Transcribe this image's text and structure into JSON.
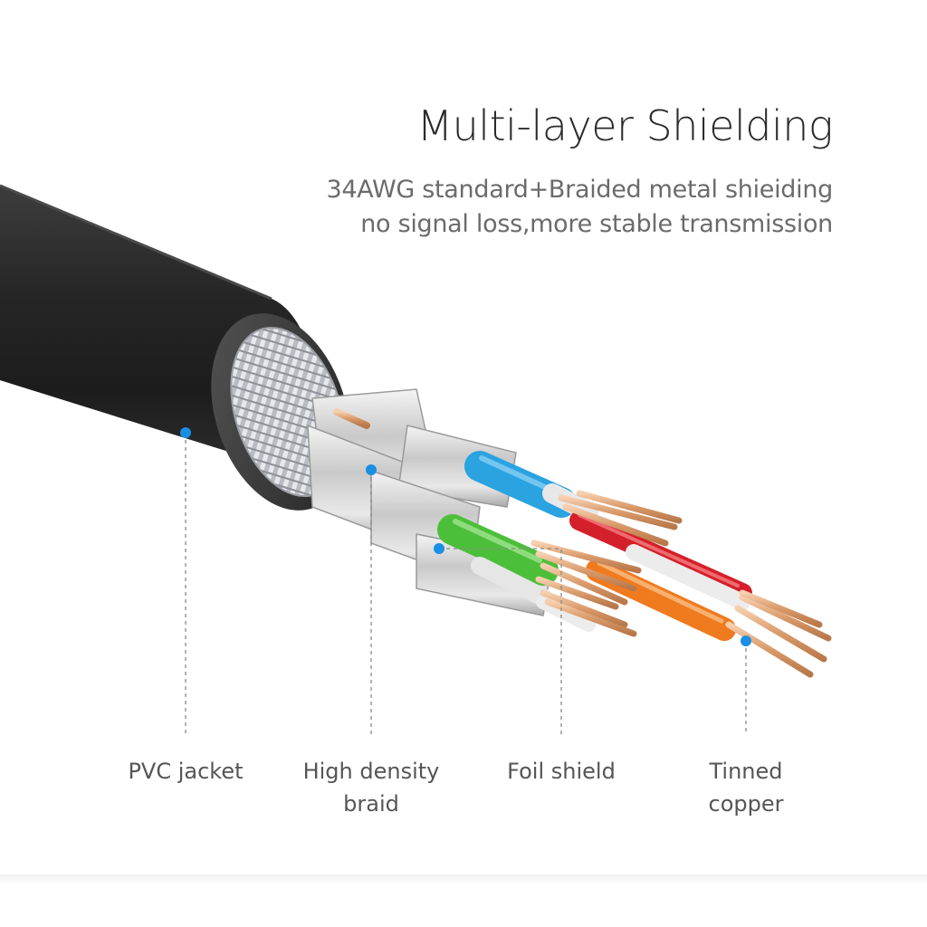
{
  "header": {
    "title": "Multi-layer Shielding",
    "subtitle_line1": "34AWG standard+Braided metal shieiding",
    "subtitle_line2": "no signal loss,more stable transmission"
  },
  "labels": [
    {
      "line1": "PVC jacket",
      "line2": ""
    },
    {
      "line1": "High density",
      "line2": "braid"
    },
    {
      "line1": "Foil shield",
      "line2": ""
    },
    {
      "line1": "Tinned",
      "line2": "copper"
    }
  ],
  "colors": {
    "accent_dot": "#1a8fe3",
    "jacket": "#2a2a2a",
    "wire_blue": "#2aa3e0",
    "wire_green": "#4cbf3a",
    "wire_red": "#d4202a",
    "wire_orange": "#f07a1e",
    "copper": "#e0a376"
  }
}
